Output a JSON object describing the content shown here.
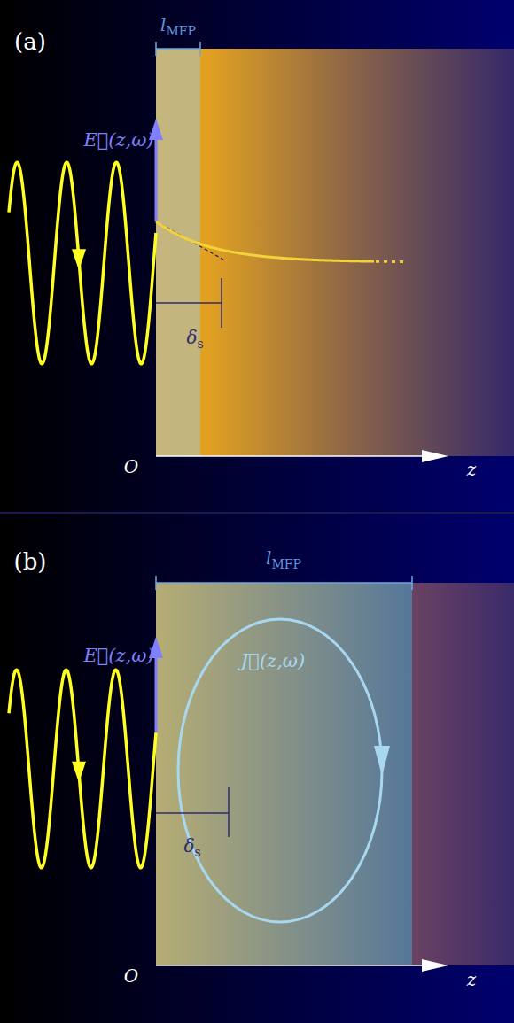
{
  "diagram": {
    "labels": [
      "(a)",
      "lMFP",
      "E⃗(z,ω)",
      "δs",
      "O",
      "z",
      "(b)",
      "lMFP",
      "E⃗(z,ω)",
      "J⃗(z,ω)",
      "δs",
      "O",
      "z"
    ]
  }
}
